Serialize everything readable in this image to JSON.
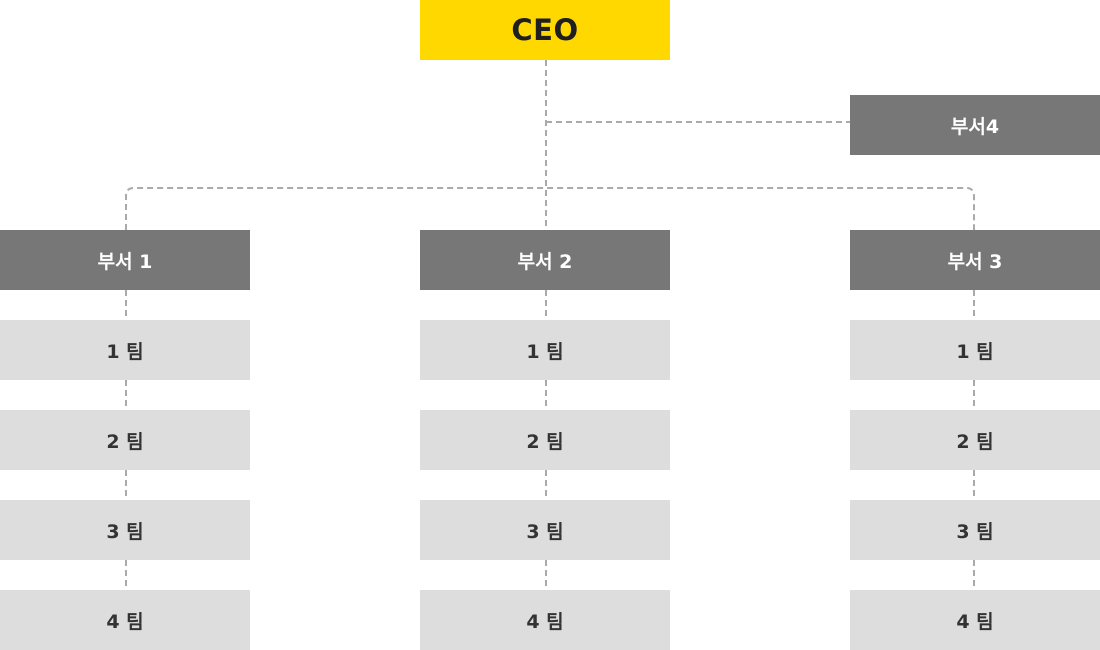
{
  "ceo": {
    "label": "CEO"
  },
  "side_department": {
    "label": "부서4"
  },
  "departments": [
    {
      "label": "부서 1",
      "teams": [
        "1 팀",
        "2 팀",
        "3 팀",
        "4 팀"
      ]
    },
    {
      "label": "부서 2",
      "teams": [
        "1 팀",
        "2 팀",
        "3 팀",
        "4 팀"
      ]
    },
    {
      "label": "부서 3",
      "teams": [
        "1 팀",
        "2 팀",
        "3 팀",
        "4 팀"
      ]
    }
  ],
  "colors": {
    "ceo": "#ffd800",
    "department": "#777777",
    "team": "#dddddd",
    "connector": "#aaaaaa"
  }
}
